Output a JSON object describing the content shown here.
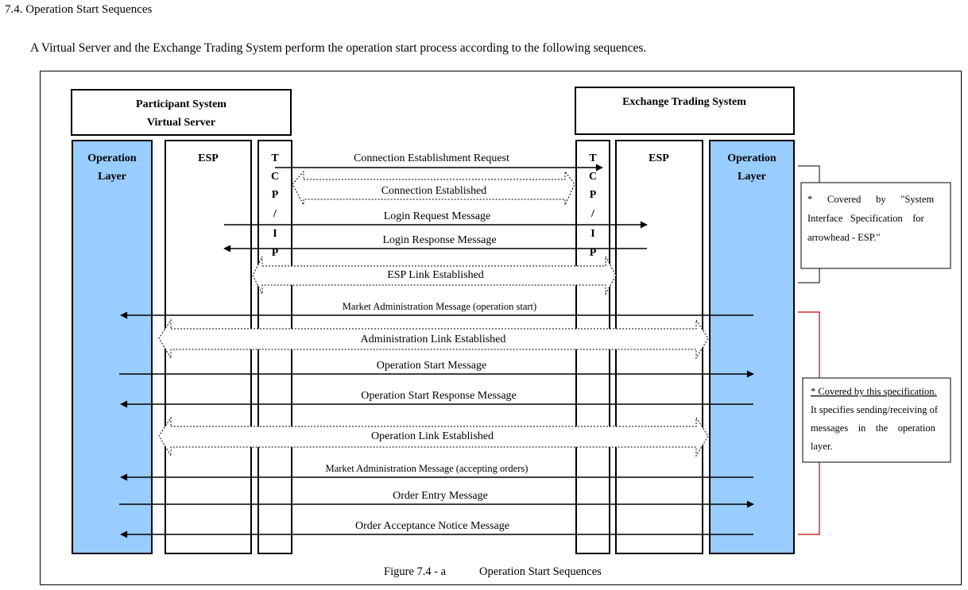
{
  "section_heading": "7.4. Operation Start Sequences",
  "intro_text": "A Virtual Server and the Exchange Trading System perform the operation start process according to the following sequences.",
  "participant_box": {
    "line1": "Participant System",
    "line2": "Virtual Server"
  },
  "exchange_box": {
    "title": "Exchange Trading System"
  },
  "columns": {
    "operation_layer": [
      "Operation",
      "Layer"
    ],
    "esp": "ESP",
    "tcpip": [
      "T",
      "C",
      "P",
      "/",
      "I",
      "P"
    ]
  },
  "messages": {
    "m1": "Connection Establishment Request",
    "m2": "Connection Established",
    "m3": "Login Request Message",
    "m4": "Login Response Message",
    "m5": "ESP Link Established",
    "m6": "Market Administration Message (operation start)",
    "m7": "Administration Link Established",
    "m8": "Operation Start Message",
    "m9": "Operation Start Response Message",
    "m10": "Operation Link Established",
    "m11": "Market Administration Message (accepting orders)",
    "m12": "Order Entry Message",
    "m13": "Order Acceptance Notice Message"
  },
  "notes": {
    "esp_note": [
      "*      Covered      by      \"System",
      "Interface   Specification    for",
      "arrowhead - ESP.\""
    ],
    "spec_note": [
      "* Covered by this specification.",
      "It specifies sending/receiving of",
      "messages    in    the    operation",
      "layer."
    ]
  },
  "caption": {
    "label": "Figure 7.4 - a",
    "title": "Operation Start Sequences"
  },
  "colors": {
    "operation_layer_fill": "#99ccff",
    "bracket_red": "#cc0000"
  }
}
